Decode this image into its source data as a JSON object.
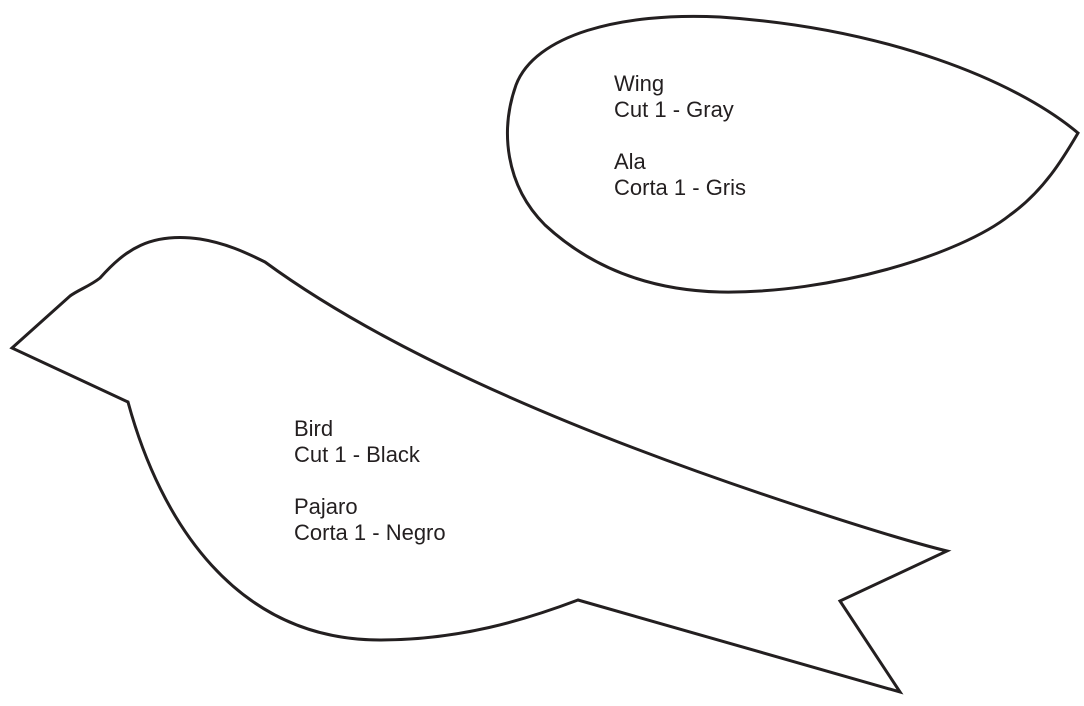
{
  "colors": {
    "outline": "#231f20",
    "background": "#ffffff"
  },
  "pieces": [
    {
      "id": "wing",
      "english": {
        "name": "Wing",
        "instruction": "Cut 1 - Gray"
      },
      "spanish": {
        "name": "Ala",
        "instruction": "Corta 1 - Gris"
      }
    },
    {
      "id": "bird",
      "english": {
        "name": "Bird",
        "instruction": "Cut 1 - Black"
      },
      "spanish": {
        "name": "Pajaro",
        "instruction": "Corta 1 - Negro"
      }
    }
  ]
}
